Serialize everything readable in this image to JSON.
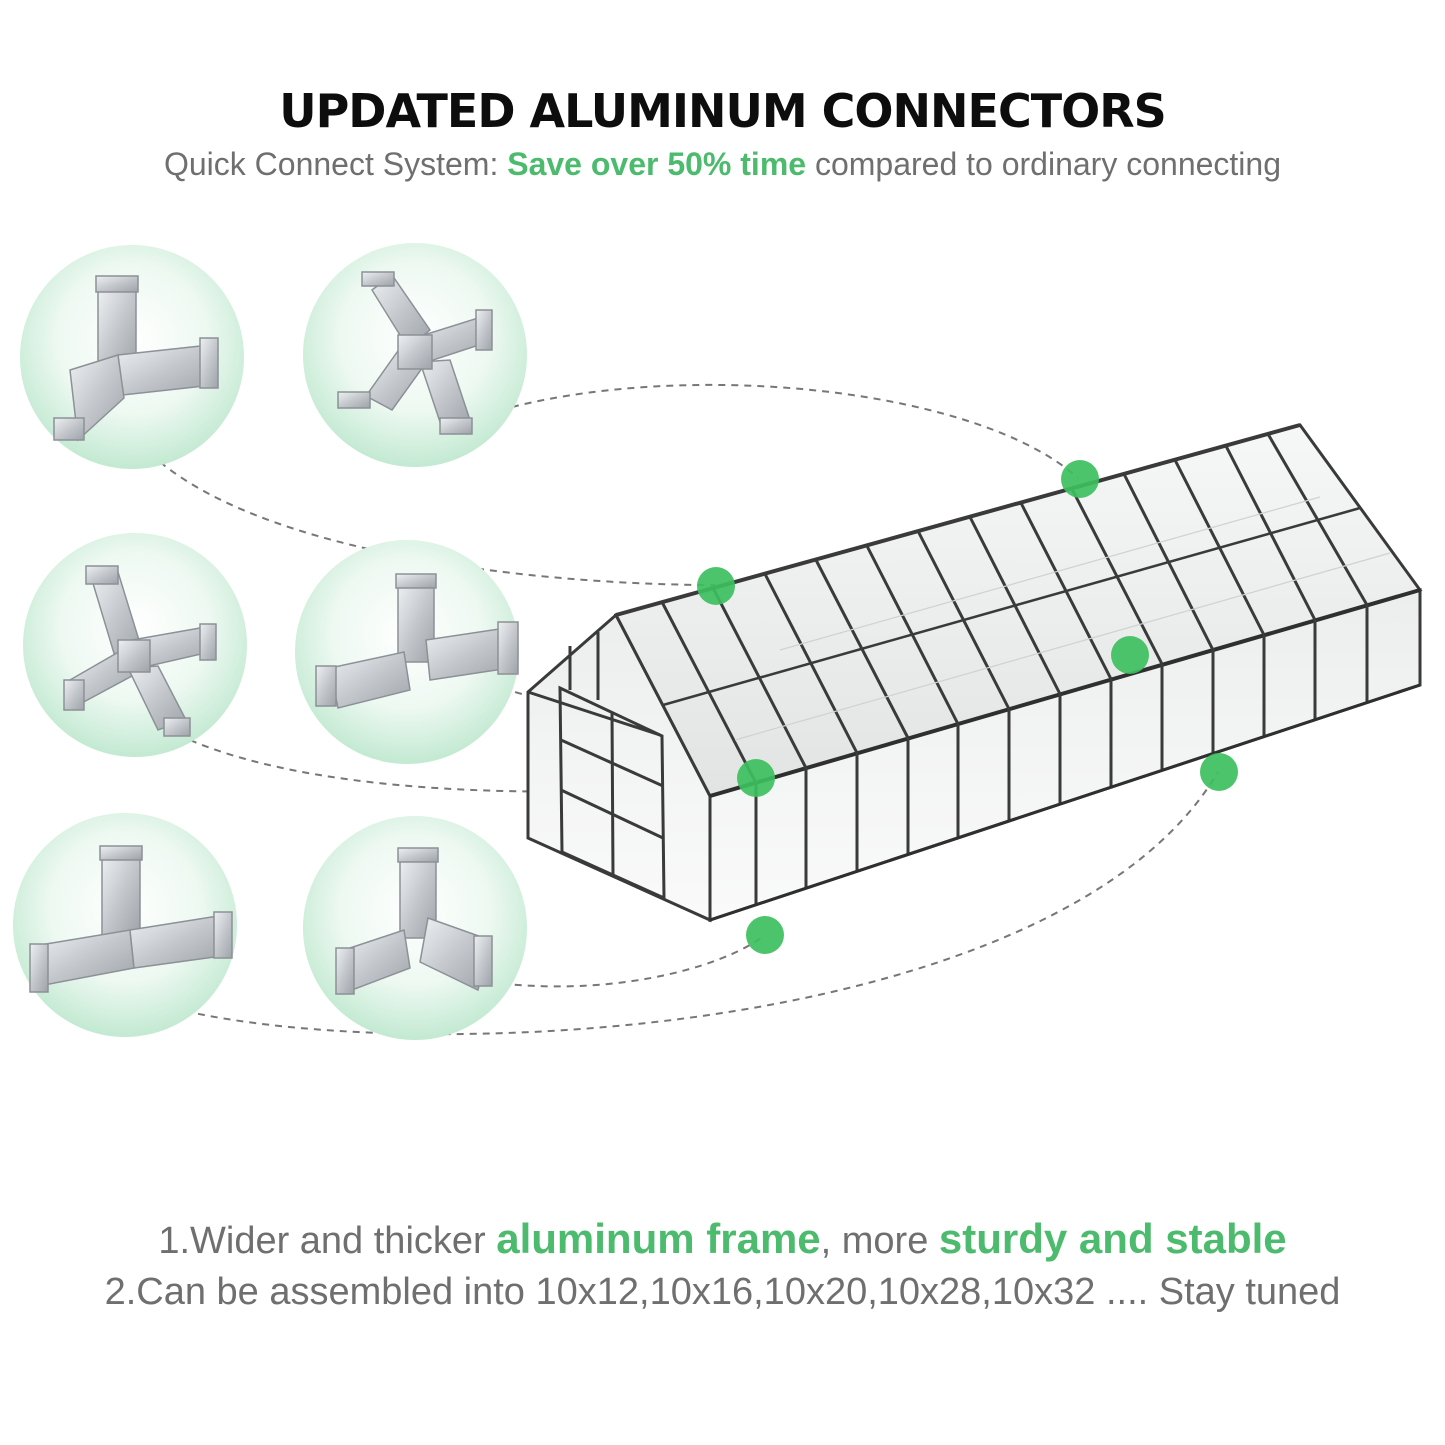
{
  "header": {
    "title": "UPDATED ALUMINUM CONNECTORS",
    "subtitle_prefix": "Quick Connect System: ",
    "subtitle_highlight": "Save over 50% time",
    "subtitle_suffix": " compared to ordinary connecting"
  },
  "features": [
    {
      "prefix": "1.Wider and thicker ",
      "highlight_1": "aluminum frame",
      "middle": ", more ",
      "highlight_2": "sturdy and stable"
    },
    {
      "text": "2.Can be assembled into 10x12,10x16,10x20,10x28,10x32 .... Stay tuned"
    }
  ],
  "colors": {
    "accent_green": "#4cbb6e",
    "marker_green": "#3dbf5e",
    "text_gray": "#6f6f6f",
    "title_black": "#0d0d0d",
    "frame_dark": "#3a3a3a",
    "connector_silver": "#c9ccd0",
    "circle_green": "#cfeedd"
  },
  "connectors": [
    {
      "name": "three-way-corner-connector-icon"
    },
    {
      "name": "four-way-cross-connector-icon"
    },
    {
      "name": "four-way-cross-connector-icon"
    },
    {
      "name": "three-way-corner-connector-icon"
    },
    {
      "name": "t-shaped-connector-icon"
    },
    {
      "name": "three-way-corner-connector-icon"
    }
  ]
}
